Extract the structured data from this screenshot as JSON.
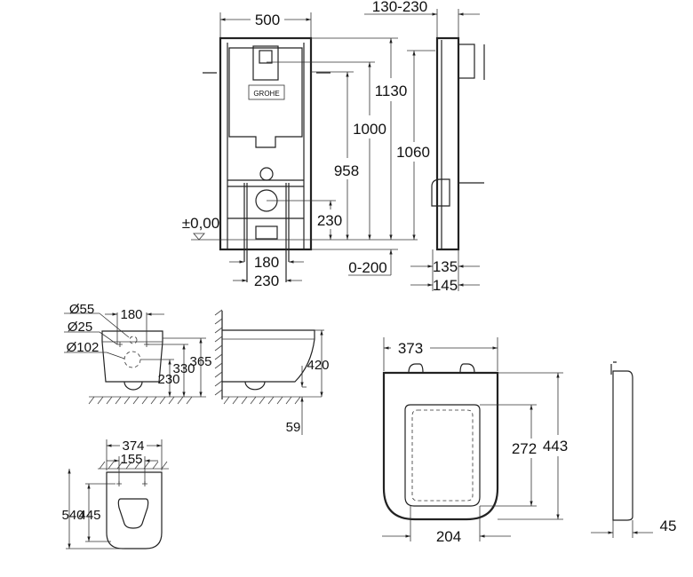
{
  "frame_front": {
    "width": "500",
    "ground": "±0,00",
    "h1130": "1130",
    "h1000": "1000",
    "h958": "958",
    "h230": "230",
    "w180": "180",
    "w230": "230",
    "adj": "0-200"
  },
  "frame_side": {
    "depth_adj": "130-230",
    "h1060": "1060",
    "d135": "135",
    "d145": "145"
  },
  "bowl_front": {
    "d55": "Ø55",
    "d25": "Ø25",
    "d102": "Ø102",
    "w180": "180",
    "h365": "365",
    "h330": "330",
    "h230": "230"
  },
  "bowl_side": {
    "h420": "420",
    "g59": "59"
  },
  "bowl_top": {
    "w374": "374",
    "w155": "155",
    "l540": "540",
    "l445": "445"
  },
  "seat": {
    "w373": "373",
    "h272": "272",
    "h443": "443",
    "w204": "204",
    "t45": "45"
  },
  "brand_logo": "GROHE"
}
